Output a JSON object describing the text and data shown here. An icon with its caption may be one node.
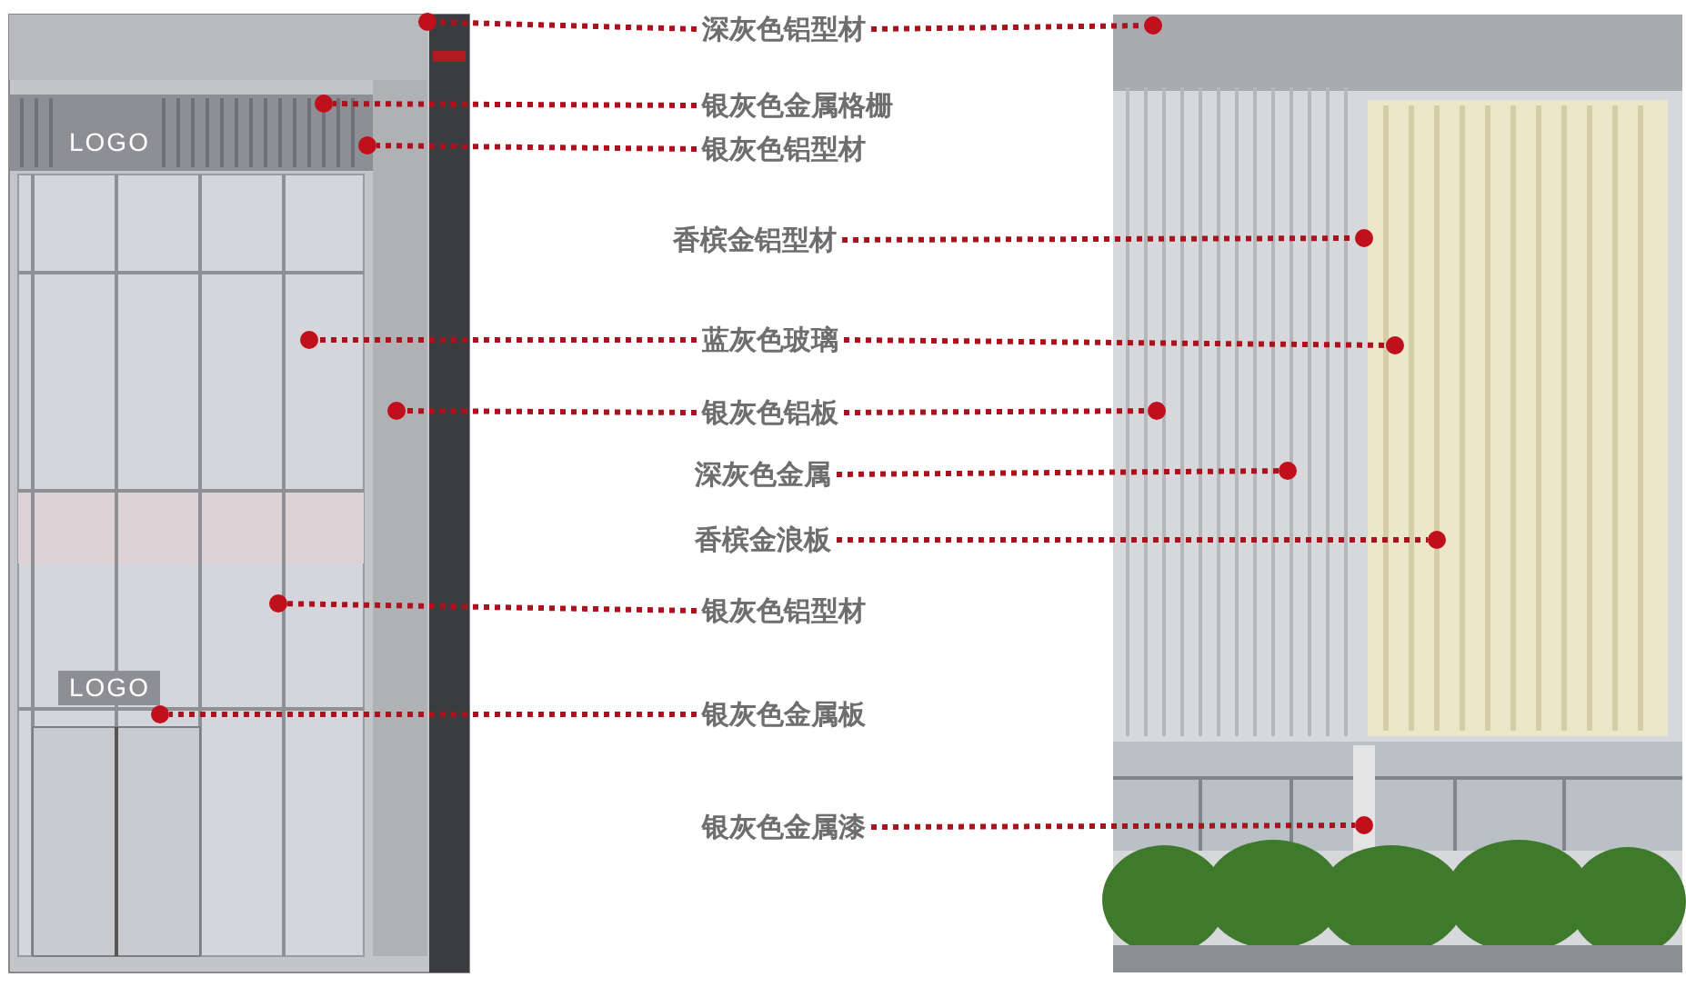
{
  "diagram": {
    "nodes": [
      {
        "text": [
          "深灰色铝型材"
        ]
      },
      {
        "text": [
          "银灰色金属格栅"
        ]
      },
      {
        "text": [
          "银灰色铝型材"
        ]
      },
      {
        "text": [
          "香槟金铝型材"
        ]
      },
      {
        "text": [
          "蓝灰色玻璃"
        ]
      },
      {
        "text": [
          "银灰色铝板"
        ]
      },
      {
        "text": [
          "深灰色金属"
        ]
      },
      {
        "text": [
          "香槟金浪板"
        ]
      },
      {
        "text": [
          "银灰色铝型材"
        ]
      },
      {
        "text": [
          "银灰色金属板"
        ]
      },
      {
        "text": [
          "银灰色金属漆"
        ]
      },
      {
        "text": [],
        "shape": "circle"
      },
      {
        "text": [],
        "shape": "circle"
      },
      {
        "text": [],
        "shape": "circle"
      },
      {
        "text": [],
        "shape": "circle"
      },
      {
        "text": [],
        "shape": "circle"
      },
      {
        "text": [],
        "shape": "circle"
      },
      {
        "text": [],
        "shape": "circle"
      },
      {
        "text": [],
        "shape": "circle"
      },
      {
        "text": [],
        "shape": "circle"
      },
      {
        "text": [],
        "shape": "circle"
      },
      {
        "text": [],
        "shape": "circle"
      },
      {
        "text": [],
        "shape": "circle"
      },
      {
        "text": [],
        "shape": "circle"
      },
      {
        "text": [],
        "shape": "circle"
      }
    ],
    "edges": [
      {
        "from": 0,
        "to": 11,
        "arrow": "none",
        "style": "dashed"
      },
      {
        "from": 0,
        "to": 12,
        "arrow": "none",
        "style": "dashed"
      },
      {
        "from": 1,
        "to": 13,
        "arrow": "none",
        "style": "dashed"
      },
      {
        "from": 2,
        "to": 14,
        "arrow": "none",
        "style": "dashed"
      },
      {
        "from": 3,
        "to": 15,
        "arrow": "none",
        "style": "dashed"
      },
      {
        "from": 4,
        "to": 16,
        "arrow": "none",
        "style": "dashed"
      },
      {
        "from": 4,
        "to": 17,
        "arrow": "none",
        "style": "dashed"
      },
      {
        "from": 5,
        "to": 18,
        "arrow": "none",
        "style": "dashed"
      },
      {
        "from": 5,
        "to": 19,
        "arrow": "none",
        "style": "dashed"
      },
      {
        "from": 6,
        "to": 20,
        "arrow": "none",
        "style": "dashed"
      },
      {
        "from": 7,
        "to": 21,
        "arrow": "none",
        "style": "dashed"
      },
      {
        "from": 8,
        "to": 22,
        "arrow": "none",
        "style": "dashed"
      },
      {
        "from": 9,
        "to": 23,
        "arrow": "none",
        "style": "dashed"
      },
      {
        "from": 10,
        "to": 24,
        "arrow": "none",
        "style": "dashed"
      }
    ],
    "labels": [
      "LOGO",
      "LOGO"
    ]
  }
}
